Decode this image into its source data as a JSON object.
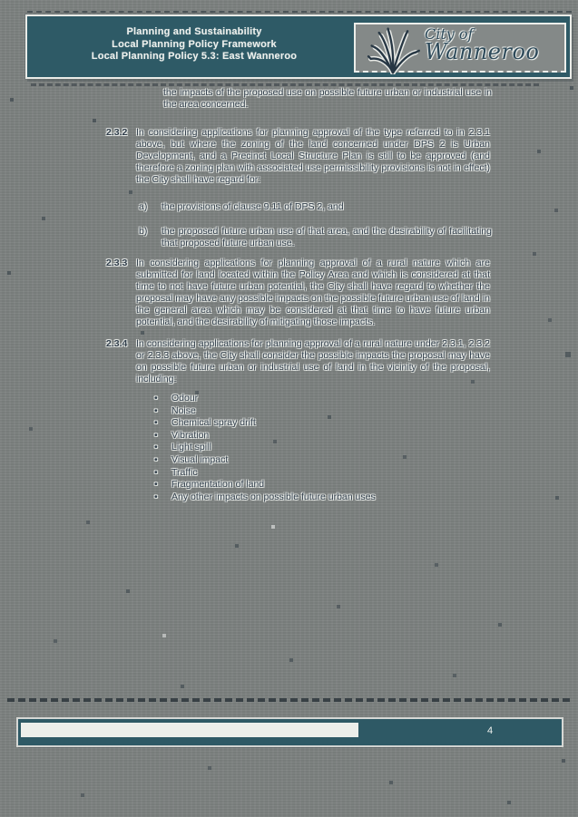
{
  "colors": {
    "page_background": "#7d8281",
    "header_teal": "#2e5a66",
    "footer_teal": "#2e5965",
    "paper_white": "#eceeea",
    "ink": "#2f3c49"
  },
  "header": {
    "lines": [
      "Planning and Sustainability",
      "Local Planning Policy Framework",
      "Local Planning Policy 5.3: East Wanneroo"
    ],
    "logo": {
      "icon": "kangaroo-paw-flower",
      "line1": "City of",
      "line2": "Wanneroo"
    }
  },
  "body": {
    "continuation_paragraph": "the impacts of the proposed use on possible future urban or industrial use in the area concerned.",
    "clauses": [
      {
        "number": "2.3.2",
        "text": "In considering applications for planning approval of the type referred to in 2.3.1 above, but where the zoning of the land concerned under DPS 2 is Urban Development, and a Precinct Local Structure Plan is still to be approved (and therefore a zoning plan with associated use permissibility provisions is not in effect) the City shall have regard for:",
        "subitems": [
          {
            "label": "a)",
            "text": "the provisions of clause 9.11 of DPS 2, and"
          },
          {
            "label": "b)",
            "text": "the proposed future urban use of that area, and the desirability of facilitating that proposed future urban use."
          }
        ]
      },
      {
        "number": "2.3.3",
        "text": "In considering applications for planning approval of a rural nature which are submitted for land located within the Policy Area and which is considered at that time to not have future urban potential, the City shall have regard to whether the proposal may have any possible impacts on the possible future urban use of land in the general area which may be considered at that time to have future urban potential, and the desirability of mitigating those impacts."
      },
      {
        "number": "2.3.4",
        "text": "In considering applications for planning approval of a rural nature under 2.3.1, 2.3.2 or 2.3.3 above, the City shall consider the possible impacts the proposal may have on possible future urban or industrial use of land in the vicinity of the proposal, including:",
        "bullets": [
          "Odour",
          "Noise",
          "Chemical spray drift",
          "Vibration",
          "Light spill",
          "Visual impact",
          "Traffic",
          "Fragmentation of land",
          "Any other impacts on possible future urban uses"
        ]
      }
    ]
  },
  "footer": {
    "page_number": "4"
  }
}
